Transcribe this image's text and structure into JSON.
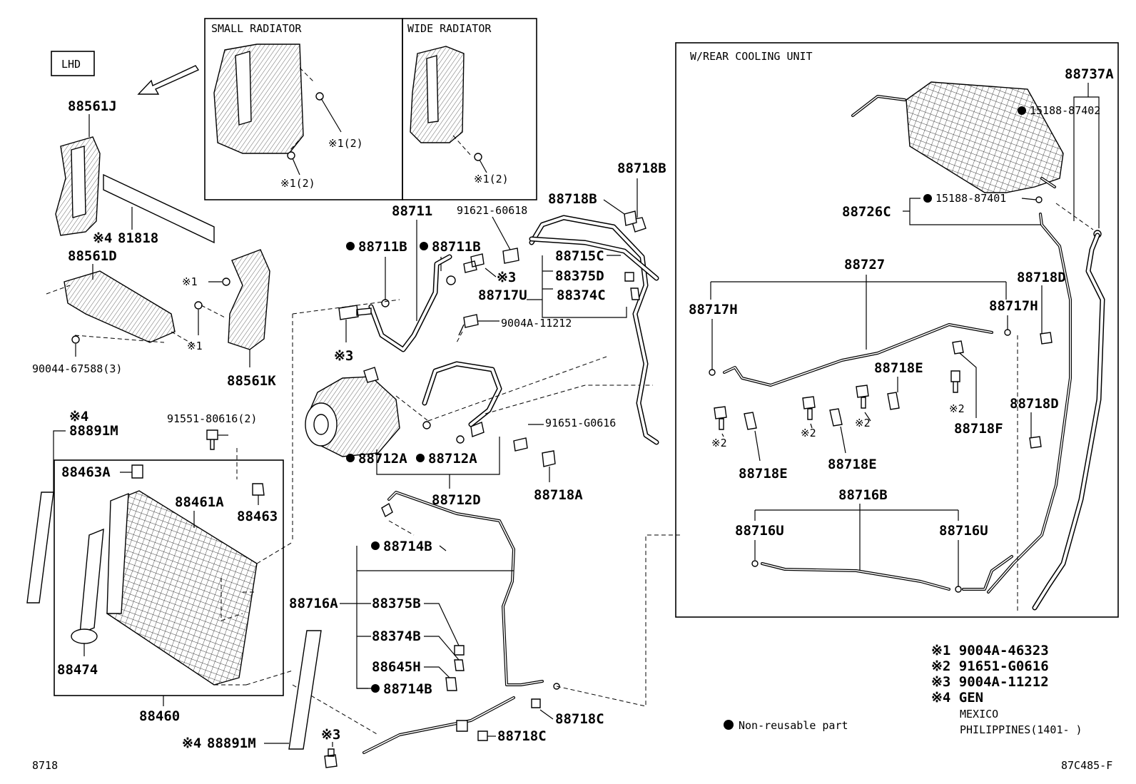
{
  "diagram": {
    "lhd_label": "LHD",
    "sections": {
      "small_radiator": "SMALL RADIATOR",
      "wide_radiator": "WIDE RADIATOR",
      "rear_cooling": "W/REAR COOLING UNIT"
    },
    "parts": {
      "p88561J": "88561J",
      "p81818": "81818",
      "p81818_note": "※4",
      "p88561D": "88561D",
      "p90044": "90044-67588(3)",
      "p88561K": "88561K",
      "note1_a": "※1",
      "note1_b": "※1",
      "small_clip1": "※1(2)",
      "small_clip2": "※1(2)",
      "wide_clip": "※1(2)",
      "p88711": "88711",
      "p88711B_a": "88711B",
      "p88711B_b": "88711B",
      "p91621": "91621-60618",
      "p88718B_a": "88718B",
      "p88718B_b": "88718B",
      "p88715C": "88715C",
      "p88375D": "88375D",
      "p88374C": "88374C",
      "p88717U": "88717U",
      "note3_a": "※3",
      "note3_b": "※3",
      "note3_c": "※3",
      "p9004A_11212": "9004A-11212",
      "p88712A_a": "88712A",
      "p88712A_b": "88712A",
      "p88712D": "88712D",
      "p91651": "91651-G0616",
      "p88718A": "88718A",
      "p88891M_top": "88891M",
      "p88891M_top_note": "※4",
      "p91551": "91551-80616(2)",
      "p88463A": "88463A",
      "p88461A": "88461A",
      "p88463": "88463",
      "p88474": "88474",
      "p88460": "88460",
      "p88891M_bot": "88891M",
      "p88891M_bot_note": "※4",
      "p88714B_a": "88714B",
      "p88714B_b": "88714B",
      "p88716A": "88716A",
      "p88375B": "88375B",
      "p88374B": "88374B",
      "p88645H": "88645H",
      "p88718C_a": "88718C",
      "p88718C_b": "88718C",
      "p88737A": "88737A",
      "p15188_87402": "15188-87402",
      "p15188_87401": "15188-87401",
      "p88726C": "88726C",
      "p88727": "88727",
      "p88717H_a": "88717H",
      "p88717H_b": "88717H",
      "p88718D_a": "88718D",
      "p88718D_b": "88718D",
      "p88718E_a": "88718E",
      "p88718E_b": "88718E",
      "p88718E_c": "88718E",
      "p88718F": "88718F",
      "note2_a": "※2",
      "note2_b": "※2",
      "note2_c": "※2",
      "note2_d": "※2",
      "p88716B": "88716B",
      "p88716U_a": "88716U",
      "p88716U_b": "88716U"
    },
    "legend": {
      "n1": "※1  9004A-46323",
      "n2": "※2  91651-G0616",
      "n3": "※3  9004A-11212",
      "n4": "※4  GEN",
      "n4_line2": "MEXICO",
      "n4_line3": "PHILIPPINES(1401-     )",
      "non_reusable": "Non-reusable part"
    },
    "corner_left": "8718",
    "corner_right": "87C485-F"
  }
}
